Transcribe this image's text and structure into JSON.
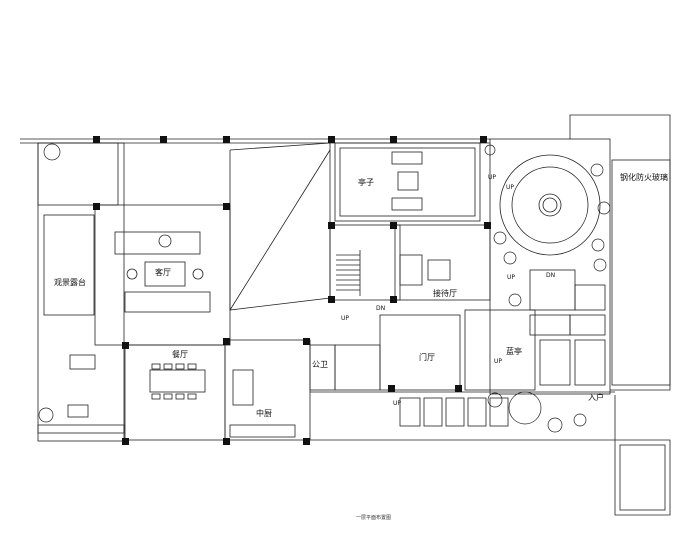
{
  "rooms": {
    "pavilion": "亭子",
    "living_room": "客厅",
    "observation_deck": "观景露台",
    "reception_hall": "接待厅",
    "dining_room": "餐厅",
    "powder_room": "公卫",
    "foyer": "门厅",
    "gazebo": "蓝亭",
    "kitchen": "中厨",
    "tempered_glass": "钢化防火玻璃",
    "entrance": "入户"
  },
  "markers": {
    "up_pavilion": "UP",
    "up_garden": "UP",
    "up_reception": "UP",
    "dn_reception": "DN",
    "dn_garden": "DN",
    "up_stair": "UP",
    "up_gazebo": "UP",
    "up_entry_path": "UP"
  },
  "caption": "一层平面布置图"
}
